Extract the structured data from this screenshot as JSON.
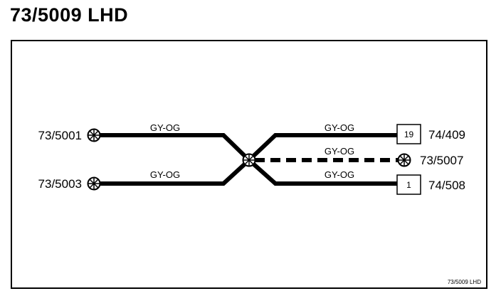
{
  "title": "73/5009 LHD",
  "footer_label": "73/5009 LHD",
  "splice": {
    "icon": "splice-junction-icon"
  },
  "connectors": {
    "left_top": {
      "label": "73/5001",
      "icon": "splice-terminal-icon"
    },
    "left_bottom": {
      "label": "73/5003",
      "icon": "splice-terminal-icon"
    },
    "right_top": {
      "label": "74/409",
      "pin": "19"
    },
    "right_middle": {
      "label": "73/5007",
      "icon": "splice-terminal-icon"
    },
    "right_bottom": {
      "label": "74/508",
      "pin": "1"
    }
  },
  "wires": {
    "left_top": "GY-OG",
    "left_bottom": "GY-OG",
    "right_top": "GY-OG",
    "right_middle": "GY-OG",
    "right_bottom": "GY-OG"
  },
  "colors": {
    "ink": "#000000",
    "background": "#ffffff"
  }
}
